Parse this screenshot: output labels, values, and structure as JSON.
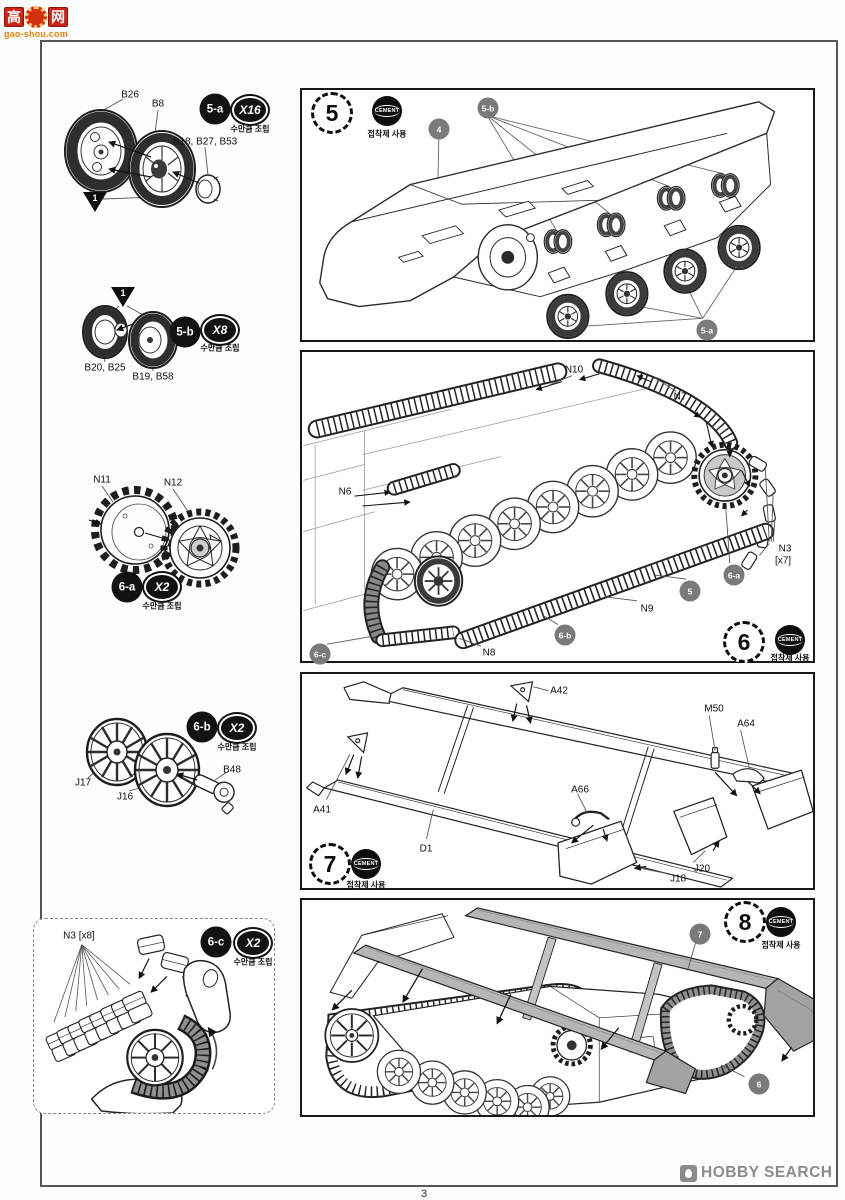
{
  "watermark_gaoshou": {
    "char_left": "高",
    "char_right": "网",
    "url": "gao-shou.com"
  },
  "watermark_hobbysearch": {
    "text": "HOBBY SEARCH"
  },
  "page": {
    "number": "3"
  },
  "common": {
    "cement": "CEMENT",
    "cement_caption": "접착제 사용",
    "count_caption": "수만큼 조립"
  },
  "sub_5a": {
    "badge": "5-a",
    "count": "X16",
    "warning": "1",
    "part_b26": "B26",
    "part_b8": "B8",
    "part_hub": "B18, B27, B53"
  },
  "sub_5b": {
    "badge": "5-b",
    "count": "X8",
    "warning": "1",
    "part_left": "B20, B25",
    "part_right": "B19, B58"
  },
  "sub_6a": {
    "badge": "6-a",
    "count": "X2",
    "part_n11": "N11",
    "part_n12": "N12"
  },
  "sub_6b": {
    "badge": "6-b",
    "count": "X2",
    "part_j17": "J17",
    "part_j16": "J16",
    "part_b48": "B48"
  },
  "sub_6c": {
    "badge": "6-c",
    "count": "X2",
    "part_n3": "N3 [x8]"
  },
  "step5": {
    "number": "5",
    "callout_4": "4",
    "callout_5b": "5-b",
    "callout_5a": "5-a"
  },
  "step6": {
    "number": "6",
    "label_n10": "N10",
    "label_n7": "N7",
    "label_n6": "N6",
    "label_n3": "N3",
    "label_n3_count": "[x7]",
    "label_n9": "N9",
    "label_n8": "N8",
    "callout_6a": "6-a",
    "callout_5": "5",
    "callout_6b": "6-b",
    "callout_6c": "6-c"
  },
  "step7": {
    "number": "7",
    "label_a42": "A42",
    "label_m50": "M50",
    "label_a64": "A64",
    "label_a41": "A41",
    "label_d1": "D1",
    "label_a66": "A66",
    "label_j18": "J18",
    "label_j20": "J20"
  },
  "step8": {
    "number": "8",
    "callout_7": "7",
    "callout_6": "6"
  }
}
